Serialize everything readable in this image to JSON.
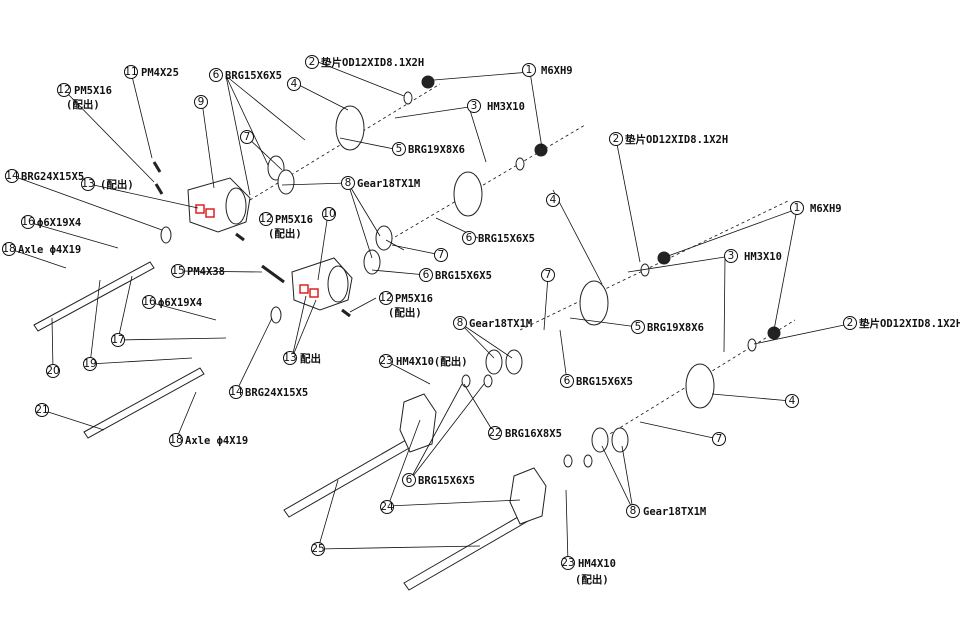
{
  "callouts": [
    {
      "n": "1",
      "text": "M6XH9"
    },
    {
      "n": "2",
      "text": "垫片OD12XID8.1X2H"
    },
    {
      "n": "3",
      "text": "HM3X10"
    },
    {
      "n": "4",
      "text": ""
    },
    {
      "n": "5",
      "text": "BRG19X8X6"
    },
    {
      "n": "6",
      "text": "BRG15X6X5"
    },
    {
      "n": "7",
      "text": ""
    },
    {
      "n": "8",
      "text": "Gear18TX1M"
    },
    {
      "n": "9",
      "text": ""
    },
    {
      "n": "10",
      "text": ""
    },
    {
      "n": "11",
      "text": "PM4X25"
    },
    {
      "n": "12",
      "text": "PM5X16"
    },
    {
      "n": "13",
      "text": "(配出)"
    },
    {
      "n": "14",
      "text": "BRG24X15X5"
    },
    {
      "n": "15",
      "text": "PM4X38"
    },
    {
      "n": "16",
      "text": "ϕ6X19X4"
    },
    {
      "n": "17",
      "text": ""
    },
    {
      "n": "18",
      "text": "Axle ϕ4X19"
    },
    {
      "n": "19",
      "text": ""
    },
    {
      "n": "20",
      "text": ""
    },
    {
      "n": "21",
      "text": ""
    },
    {
      "n": "22",
      "text": "BRG16X8X5"
    },
    {
      "n": "23",
      "text": "HM4X10"
    },
    {
      "n": "24",
      "text": ""
    },
    {
      "n": "25",
      "text": ""
    }
  ],
  "extra": {
    "peichu": "(配出)",
    "peichu2": "配出",
    "hm4x10_peichu": "HM4X10(配出)",
    "pm5x16_peichu": "(配出)"
  },
  "colors": {
    "line": "#111111",
    "highlight": "#e02020"
  }
}
